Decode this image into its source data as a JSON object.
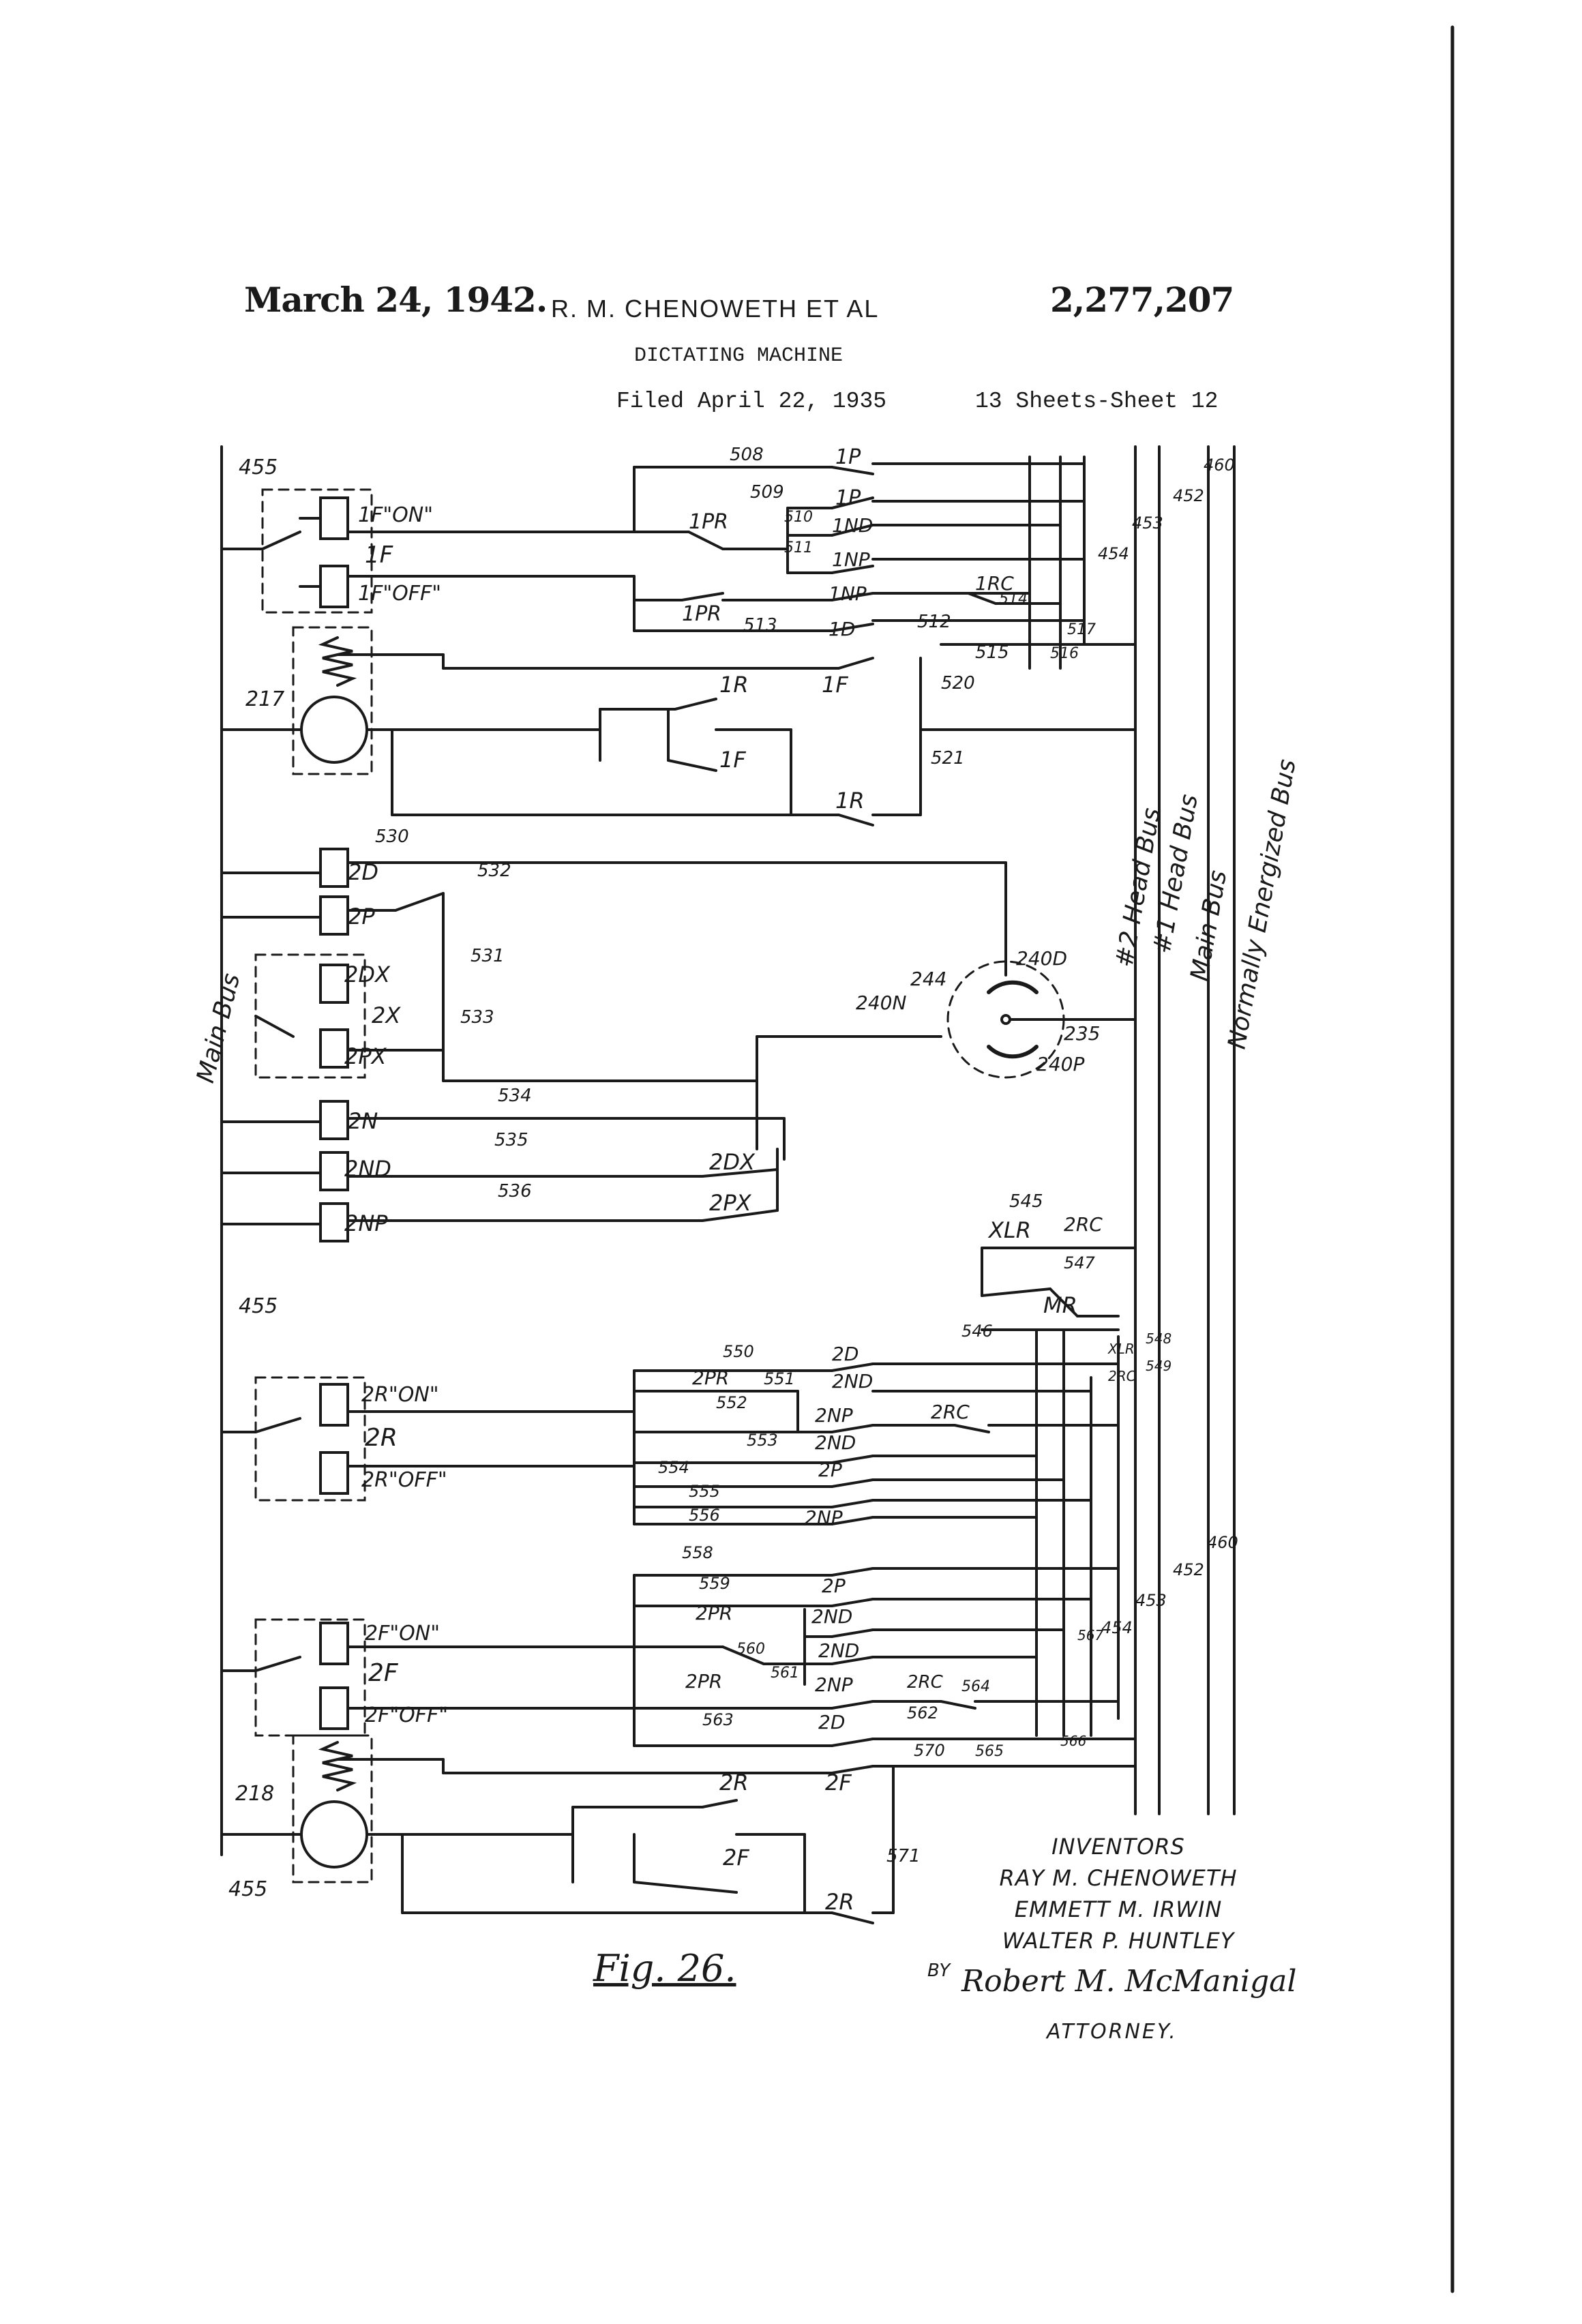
{
  "header": {
    "date": "March 24, 1942.",
    "inventor_line": "R. M. CHENOWETH ET AL",
    "patent_number": "2,277,207",
    "title": "DICTATING MACHINE",
    "filed": "Filed April 22, 1935",
    "sheets": "13 Sheets-Sheet 12"
  },
  "labels": {
    "bus_main": "Main Bus",
    "bus_head2": "#2 Head Bus",
    "bus_head1": "#1 Head Bus",
    "bus_main_right": "Main Bus",
    "bus_normal": "Normally Energized Bus",
    "r455a": "455",
    "r455b": "455",
    "r455c": "455",
    "r217": "217",
    "r218": "218",
    "r460": "460",
    "r452": "452",
    "r453": "453",
    "r454": "454",
    "r460b": "460",
    "r452b": "452",
    "r453b": "453",
    "r454b": "454",
    "r508": "508",
    "r509": "509",
    "r510": "510",
    "r511": "511",
    "r512": "512",
    "r513": "513",
    "r514": "514",
    "r515": "515",
    "r516": "516",
    "r517": "517",
    "r520": "520",
    "r521": "521",
    "r530": "530",
    "r531": "531",
    "r532": "532",
    "r533": "533",
    "r534": "534",
    "r535": "535",
    "r536": "536",
    "r244": "244",
    "r240N": "240N",
    "r240D": "240D",
    "r240P": "240P",
    "r235": "235",
    "r545": "545",
    "r546": "546",
    "r547": "547",
    "r548": "548",
    "r549": "549",
    "r550": "550",
    "r551": "551",
    "r552": "552",
    "r553": "553",
    "r554": "554",
    "r555": "555",
    "r556": "556",
    "r558": "558",
    "r559": "559",
    "r560": "560",
    "r561": "561",
    "r562": "562",
    "r563": "563",
    "r564": "564",
    "r565": "565",
    "r566": "566",
    "r567": "567",
    "r570": "570",
    "r571": "571",
    "c1F_on": "1F\"ON\"",
    "c1F": "1F",
    "c1F_off": "1F\"OFF\"",
    "s1P_a": "1P",
    "s1P_b": "1P",
    "s1ND": "1ND",
    "s1NP": "1NP",
    "s1NP_b": "1NP",
    "s1PR_a": "1PR",
    "s1PR_b": "1PR",
    "s1D": "1D",
    "s1RC": "1RC",
    "s1R": "1R",
    "s1F": "1F",
    "s1F_b": "1F",
    "s1R_b": "1R",
    "c2D": "2D",
    "c2P": "2P",
    "c2DX": "2DX",
    "c2X": "2X",
    "c2PX": "2PX",
    "c2N": "2N",
    "c2ND": "2ND",
    "c2NP": "2NP",
    "s2DX": "2DX",
    "s2PX": "2PX",
    "sXLR": "XLR",
    "s2RC": "2RC",
    "sMR": "MR",
    "sXLR2": "XLR",
    "s2RC3": "2RC",
    "c2R_on": "2R\"ON\"",
    "c2R": "2R",
    "c2R_off": "2R\"OFF\"",
    "s2D": "2D",
    "s2PR": "2PR",
    "s2ND": "2ND",
    "s2NP": "2NP",
    "s2ND_b": "2ND",
    "s2RC2": "2RC",
    "s2P": "2P",
    "s2NP_b": "2NP",
    "c2F_on": "2F\"ON\"",
    "c2F": "2F",
    "c2F_off": "2F\"OFF\"",
    "s2P_b": "2P",
    "s2PR_b": "2PR",
    "s2ND_c": "2ND",
    "s2ND_d": "2ND",
    "s2PR_c": "2PR",
    "s2NP_c": "2NP",
    "s2RC4": "2RC",
    "s2D_b": "2D",
    "s2R": "2R",
    "s2F": "2F",
    "s2F_b": "2F",
    "s2R_b": "2R"
  },
  "figure_label": "Fig. 26.",
  "inventors": {
    "heading": "INVENTORS",
    "names": [
      "RAY M. CHENOWETH",
      "EMMETT M. IRWIN",
      "WALTER P. HUNTLEY"
    ],
    "by": "BY",
    "signature": "Robert M. McManigal",
    "attorney": "ATTORNEY."
  }
}
